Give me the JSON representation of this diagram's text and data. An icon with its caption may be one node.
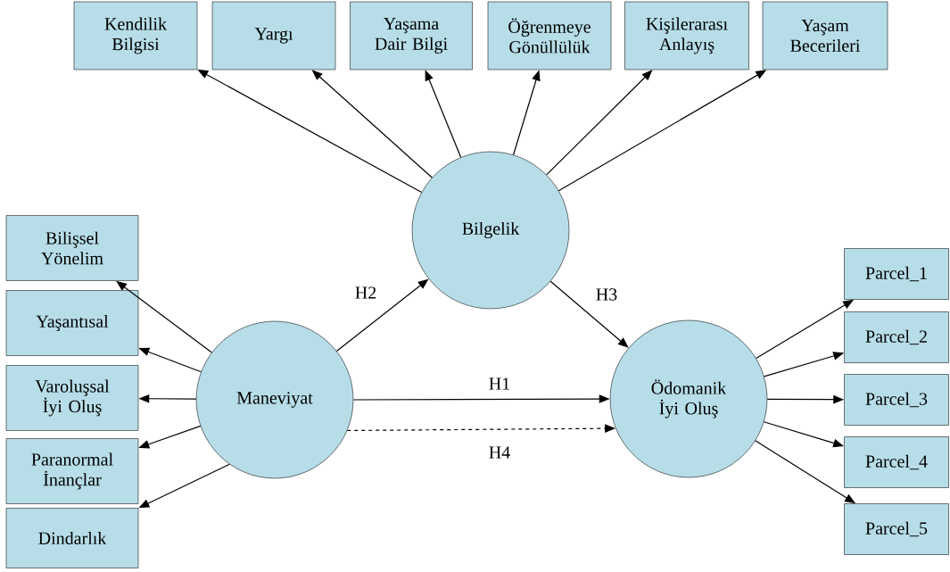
{
  "diagram": {
    "nodes": [
      {
        "text": [
          "Kendilik Bilgisi"
        ]
      },
      {
        "text": [
          "Yargı"
        ]
      },
      {
        "text": [
          "Yaşama Dair Bilgi"
        ]
      },
      {
        "text": [
          "Öğrenmeye Gönüllülük"
        ]
      },
      {
        "text": [
          "Kişilerarası Anlayış"
        ]
      },
      {
        "text": [
          "Yaşam Becerileri"
        ]
      },
      {
        "text": [
          "Bilgelik"
        ]
      },
      {
        "text": [
          "Bilişsel Yönelim"
        ]
      },
      {
        "text": [
          "Yaşantısal"
        ]
      },
      {
        "text": [
          "Varoluşsal İyi Oluş"
        ]
      },
      {
        "text": [
          "Paranormal İnançlar"
        ]
      },
      {
        "text": [
          "Dindarlık"
        ]
      },
      {
        "text": [
          "Maneviyat"
        ]
      },
      {
        "text": [
          "Ödomanik İyi Oluş"
        ]
      },
      {
        "text": [
          "Parcel_1"
        ]
      },
      {
        "text": [
          "Parcel_2"
        ]
      },
      {
        "text": [
          "Parcel_3"
        ]
      },
      {
        "text": [
          "Parcel_4"
        ]
      },
      {
        "text": [
          "Parcel_5"
        ]
      }
    ],
    "edges": [
      {
        "from": 6,
        "to": 0,
        "arrow": "to"
      },
      {
        "from": 6,
        "to": 1,
        "arrow": "to"
      },
      {
        "from": 6,
        "to": 2,
        "arrow": "to"
      },
      {
        "from": 6,
        "to": 3,
        "arrow": "to"
      },
      {
        "from": 6,
        "to": 4,
        "arrow": "to"
      },
      {
        "from": 6,
        "to": 5,
        "arrow": "to"
      },
      {
        "from": 12,
        "to": 7,
        "arrow": "to"
      },
      {
        "from": 12,
        "to": 8,
        "arrow": "to"
      },
      {
        "from": 12,
        "to": 9,
        "arrow": "to"
      },
      {
        "from": 12,
        "to": 10,
        "arrow": "to"
      },
      {
        "from": 12,
        "to": 11,
        "arrow": "to"
      },
      {
        "from": 12,
        "to": 6,
        "arrow": "to",
        "label": "H2"
      },
      {
        "from": 6,
        "to": 13,
        "arrow": "to",
        "label": "H3"
      },
      {
        "from": 12,
        "to": 13,
        "arrow": "to",
        "label": "H1"
      },
      {
        "from": 12,
        "to": 13,
        "arrow": "to",
        "label": "H4",
        "style": "dashed"
      },
      {
        "from": 13,
        "to": 14,
        "arrow": "to"
      },
      {
        "from": 13,
        "to": 15,
        "arrow": "to"
      },
      {
        "from": 13,
        "to": 16,
        "arrow": "to"
      },
      {
        "from": 13,
        "to": 17,
        "arrow": "to"
      },
      {
        "from": 13,
        "to": 18,
        "arrow": "to"
      }
    ]
  }
}
